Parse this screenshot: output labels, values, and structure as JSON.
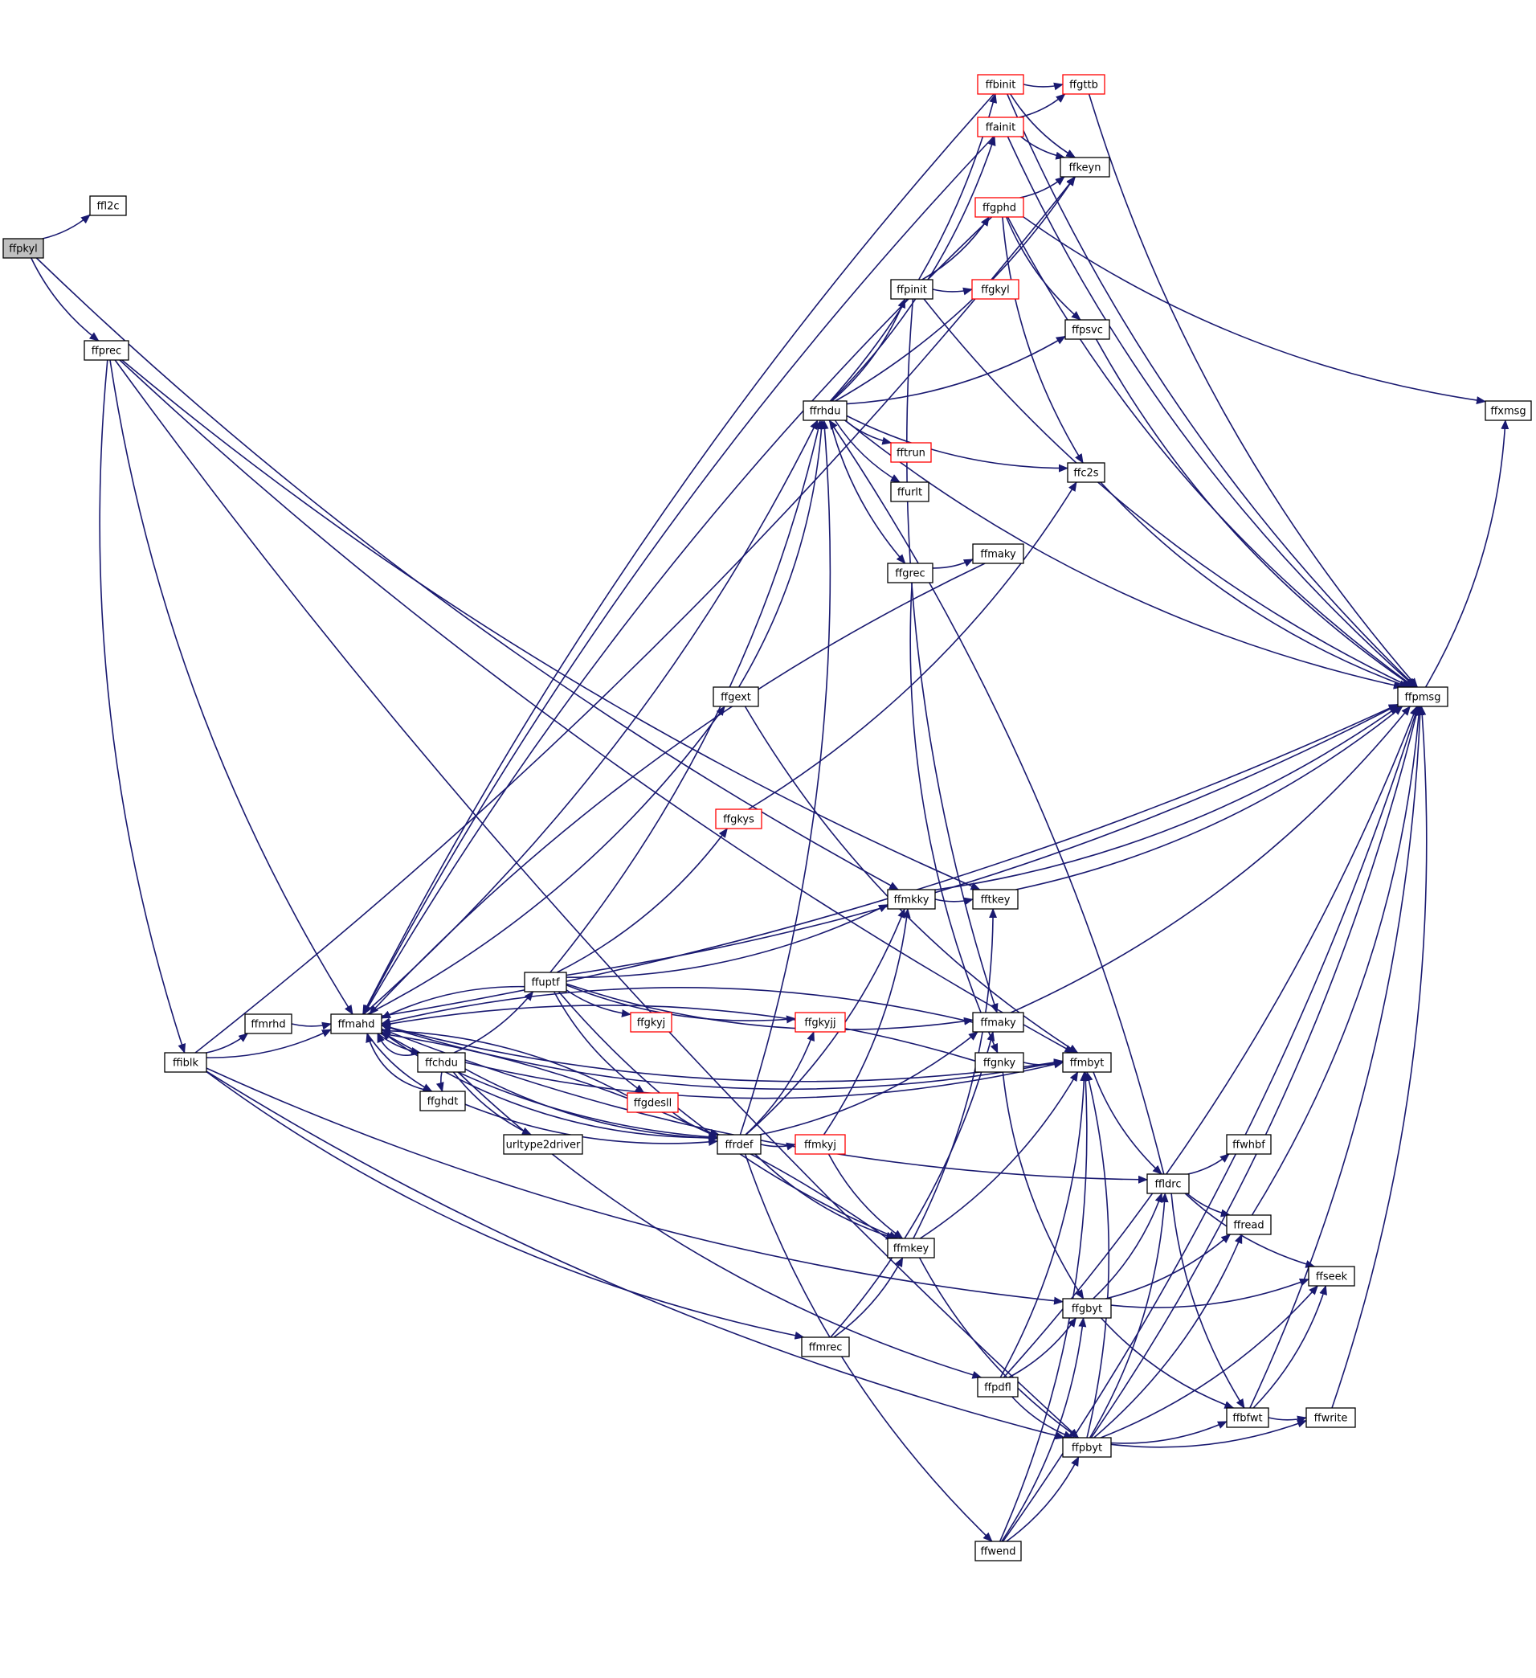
{
  "diagram": {
    "colors": {
      "edge": "#191970",
      "node_border": "#000000",
      "node_border_truncated": "#ff0000",
      "node_fill": "#ffffff",
      "root_fill": "#bfbfbf"
    },
    "root": "ffpkyl",
    "nodes": [
      {
        "id": "ffpkyl",
        "label": "ffpkyl",
        "style": "root"
      },
      {
        "id": "ffl2c",
        "label": "ffl2c",
        "style": "normal"
      },
      {
        "id": "ffprec",
        "label": "ffprec",
        "style": "normal"
      },
      {
        "id": "ffiblk",
        "label": "ffiblk",
        "style": "normal"
      },
      {
        "id": "ffmrhd",
        "label": "ffmrhd",
        "style": "normal"
      },
      {
        "id": "ffmahd",
        "label": "ffmahd",
        "style": "normal"
      },
      {
        "id": "ffchdu",
        "label": "ffchdu",
        "style": "normal"
      },
      {
        "id": "ffghdt",
        "label": "ffghdt",
        "style": "normal"
      },
      {
        "id": "ffuptf",
        "label": "ffuptf",
        "style": "normal"
      },
      {
        "id": "urltype2driver",
        "label": "urltype2driver",
        "style": "normal"
      },
      {
        "id": "ffbinit",
        "label": "ffbinit",
        "style": "truncated"
      },
      {
        "id": "ffainit",
        "label": "ffainit",
        "style": "truncated"
      },
      {
        "id": "ffgphd",
        "label": "ffgphd",
        "style": "truncated"
      },
      {
        "id": "ffgttb",
        "label": "ffgttb",
        "style": "truncated"
      },
      {
        "id": "ffkeyn",
        "label": "ffkeyn",
        "style": "normal"
      },
      {
        "id": "ffpinit",
        "label": "ffpinit",
        "style": "normal"
      },
      {
        "id": "ffgkyl",
        "label": "ffgkyl",
        "style": "truncated"
      },
      {
        "id": "ffpsvc",
        "label": "ffpsvc",
        "style": "normal"
      },
      {
        "id": "ffrhdu",
        "label": "ffrhdu",
        "style": "normal"
      },
      {
        "id": "fftrun",
        "label": "fftrun",
        "style": "truncated"
      },
      {
        "id": "ffurlt",
        "label": "ffurlt",
        "style": "normal"
      },
      {
        "id": "ffc2s",
        "label": "ffc2s",
        "style": "normal"
      },
      {
        "id": "ffgrec",
        "label": "ffgrec",
        "style": "normal"
      },
      {
        "id": "ffmaky_top",
        "label": "ffmaky",
        "style": "normal"
      },
      {
        "id": "ffgext",
        "label": "ffgext",
        "style": "normal"
      },
      {
        "id": "ffgkys",
        "label": "ffgkys",
        "style": "truncated"
      },
      {
        "id": "ffpmsg",
        "label": "ffpmsg",
        "style": "normal"
      },
      {
        "id": "ffxmsg",
        "label": "ffxmsg",
        "style": "normal"
      },
      {
        "id": "ffmkky",
        "label": "ffmkky",
        "style": "normal"
      },
      {
        "id": "fftkey",
        "label": "fftkey",
        "style": "normal"
      },
      {
        "id": "ffgkyj",
        "label": "ffgkyj",
        "style": "truncated"
      },
      {
        "id": "ffgkyjj",
        "label": "ffgkyjj",
        "style": "truncated"
      },
      {
        "id": "ffgdesll",
        "label": "ffgdesll",
        "style": "truncated"
      },
      {
        "id": "ffrdef",
        "label": "ffrdef",
        "style": "normal"
      },
      {
        "id": "ffmkyj",
        "label": "ffmkyj",
        "style": "truncated"
      },
      {
        "id": "ffmaky",
        "label": "ffmaky",
        "style": "normal"
      },
      {
        "id": "ffgnky",
        "label": "ffgnky",
        "style": "normal"
      },
      {
        "id": "ffmbyt",
        "label": "ffmbyt",
        "style": "normal"
      },
      {
        "id": "ffmkey",
        "label": "ffmkey",
        "style": "normal"
      },
      {
        "id": "ffmrec",
        "label": "ffmrec",
        "style": "normal"
      },
      {
        "id": "ffldrc",
        "label": "ffldrc",
        "style": "normal"
      },
      {
        "id": "ffwhbf",
        "label": "ffwhbf",
        "style": "normal"
      },
      {
        "id": "ffread",
        "label": "ffread",
        "style": "normal"
      },
      {
        "id": "ffseek",
        "label": "ffseek",
        "style": "normal"
      },
      {
        "id": "ffgbyt",
        "label": "ffgbyt",
        "style": "normal"
      },
      {
        "id": "ffpdfl",
        "label": "ffpdfl",
        "style": "normal"
      },
      {
        "id": "ffpbyt",
        "label": "ffpbyt",
        "style": "normal"
      },
      {
        "id": "ffbfwt",
        "label": "ffbfwt",
        "style": "normal"
      },
      {
        "id": "ffwrite",
        "label": "ffwrite",
        "style": "normal"
      },
      {
        "id": "ffwend",
        "label": "ffwend",
        "style": "normal"
      }
    ],
    "edges": [
      [
        "ffpkyl",
        "ffl2c"
      ],
      [
        "ffpkyl",
        "ffprec"
      ],
      [
        "ffpkyl",
        "ffmkky"
      ],
      [
        "ffprec",
        "ffmahd"
      ],
      [
        "ffprec",
        "ffiblk"
      ],
      [
        "ffprec",
        "ffmbyt"
      ],
      [
        "ffprec",
        "fftkey"
      ],
      [
        "ffprec",
        "ffpbyt"
      ],
      [
        "ffiblk",
        "ffmrhd"
      ],
      [
        "ffiblk",
        "ffmahd"
      ],
      [
        "ffiblk",
        "ffkeyn"
      ],
      [
        "ffiblk",
        "ffmrec"
      ],
      [
        "ffiblk",
        "ffgbyt"
      ],
      [
        "ffiblk",
        "ffpbyt"
      ],
      [
        "ffmrhd",
        "ffmahd"
      ],
      [
        "ffmahd",
        "ffrhdu"
      ],
      [
        "ffmahd",
        "ffgext"
      ],
      [
        "ffmahd",
        "ffchdu"
      ],
      [
        "ffmahd",
        "ffghdt"
      ],
      [
        "ffmahd",
        "ffpmsg"
      ],
      [
        "ffmahd",
        "ffrdef"
      ],
      [
        "ffmahd",
        "ffldrc"
      ],
      [
        "ffmahd",
        "ffmbyt"
      ],
      [
        "ffchdu",
        "ffmahd"
      ],
      [
        "ffchdu",
        "ffghdt"
      ],
      [
        "ffchdu",
        "ffuptf"
      ],
      [
        "ffchdu",
        "urltype2driver"
      ],
      [
        "ffchdu",
        "ffrdef"
      ],
      [
        "ffchdu",
        "ffpdfl"
      ],
      [
        "ffchdu",
        "ffmbyt"
      ],
      [
        "ffghdt",
        "ffmahd"
      ],
      [
        "ffghdt",
        "ffrdef"
      ],
      [
        "ffuptf",
        "ffmahd"
      ],
      [
        "ffuptf",
        "ffrhdu"
      ],
      [
        "ffuptf",
        "ffgkys"
      ],
      [
        "ffuptf",
        "ffmkky"
      ],
      [
        "ffuptf",
        "ffpmsg"
      ],
      [
        "ffuptf",
        "ffmaky"
      ],
      [
        "ffuptf",
        "ffgkyj"
      ],
      [
        "ffuptf",
        "ffgkyjj"
      ],
      [
        "ffuptf",
        "ffgdesll"
      ],
      [
        "ffuptf",
        "ffmkey"
      ],
      [
        "ffgdesll",
        "ffmahd"
      ],
      [
        "ffgdesll",
        "ffrdef"
      ],
      [
        "ffgkys",
        "ffc2s"
      ],
      [
        "ffrhdu",
        "ffbinit"
      ],
      [
        "ffrhdu",
        "ffainit"
      ],
      [
        "ffrhdu",
        "ffkeyn"
      ],
      [
        "ffrhdu",
        "ffpinit"
      ],
      [
        "ffrhdu",
        "ffpsvc"
      ],
      [
        "ffrhdu",
        "ffpmsg"
      ],
      [
        "ffrhdu",
        "ffc2s"
      ],
      [
        "ffrhdu",
        "fftrun"
      ],
      [
        "ffrhdu",
        "ffurlt"
      ],
      [
        "ffrhdu",
        "ffgrec"
      ],
      [
        "ffbinit",
        "ffmahd"
      ],
      [
        "ffbinit",
        "ffgttb"
      ],
      [
        "ffbinit",
        "ffkeyn"
      ],
      [
        "ffbinit",
        "ffpmsg"
      ],
      [
        "ffainit",
        "ffmahd"
      ],
      [
        "ffainit",
        "ffgttb"
      ],
      [
        "ffainit",
        "ffkeyn"
      ],
      [
        "ffainit",
        "ffpmsg"
      ],
      [
        "ffgttb",
        "ffpmsg"
      ],
      [
        "ffgphd",
        "ffmahd"
      ],
      [
        "ffgphd",
        "ffkeyn"
      ],
      [
        "ffgphd",
        "ffxmsg"
      ],
      [
        "ffgphd",
        "ffpmsg"
      ],
      [
        "ffgphd",
        "ffpsvc"
      ],
      [
        "ffgphd",
        "ffc2s"
      ],
      [
        "ffpinit",
        "ffgphd"
      ],
      [
        "ffpinit",
        "ffgkyl"
      ],
      [
        "ffpinit",
        "ffpmsg"
      ],
      [
        "ffpinit",
        "ffmaky"
      ],
      [
        "ffpsvc",
        "ffpmsg"
      ],
      [
        "ffc2s",
        "ffpmsg"
      ],
      [
        "ffgrec",
        "ffmaky_top"
      ],
      [
        "ffgrec",
        "ffgnky"
      ],
      [
        "ffmaky_top",
        "ffmahd"
      ],
      [
        "ffgext",
        "ffrhdu"
      ],
      [
        "ffgext",
        "ffmbyt"
      ],
      [
        "ffpmsg",
        "ffxmsg"
      ],
      [
        "ffmkky",
        "fftkey"
      ],
      [
        "ffmkky",
        "ffpmsg"
      ],
      [
        "fftkey",
        "ffpmsg"
      ],
      [
        "ffrdef",
        "ffrhdu"
      ],
      [
        "ffrdef",
        "ffgkyjj"
      ],
      [
        "ffrdef",
        "ffmkky"
      ],
      [
        "ffrdef",
        "ffmkyj"
      ],
      [
        "ffrdef",
        "ffmaky"
      ],
      [
        "ffrdef",
        "ffmkey"
      ],
      [
        "ffrdef",
        "ffwend"
      ],
      [
        "ffrdef",
        "ffmahd"
      ],
      [
        "ffmkyj",
        "ffmkky"
      ],
      [
        "ffmkyj",
        "ffmkey"
      ],
      [
        "ffmaky",
        "ffmahd"
      ],
      [
        "ffmaky",
        "ffpmsg"
      ],
      [
        "ffgnky",
        "ffmbyt"
      ],
      [
        "ffgnky",
        "ffgbyt"
      ],
      [
        "ffgnky",
        "ffmahd"
      ],
      [
        "ffmbyt",
        "ffldrc"
      ],
      [
        "ffmbyt",
        "ffmahd"
      ],
      [
        "ffmkey",
        "ffmbyt"
      ],
      [
        "ffmkey",
        "fftkey"
      ],
      [
        "ffmkey",
        "ffpbyt"
      ],
      [
        "ffmkey",
        "ffmahd"
      ],
      [
        "ffmrec",
        "ffmkey"
      ],
      [
        "ffmrec",
        "ffmaky"
      ],
      [
        "ffldrc",
        "ffwhbf"
      ],
      [
        "ffldrc",
        "ffread"
      ],
      [
        "ffldrc",
        "ffseek"
      ],
      [
        "ffldrc",
        "ffbfwt"
      ],
      [
        "ffldrc",
        "ffrhdu"
      ],
      [
        "ffread",
        "ffpmsg"
      ],
      [
        "ffgbyt",
        "ffldrc"
      ],
      [
        "ffgbyt",
        "ffread"
      ],
      [
        "ffgbyt",
        "ffseek"
      ],
      [
        "ffgbyt",
        "ffbfwt"
      ],
      [
        "ffpdfl",
        "ffmbyt"
      ],
      [
        "ffpdfl",
        "ffgbyt"
      ],
      [
        "ffpdfl",
        "ffpbyt"
      ],
      [
        "ffpdfl",
        "ffpmsg"
      ],
      [
        "ffpbyt",
        "ffldrc"
      ],
      [
        "ffpbyt",
        "ffread"
      ],
      [
        "ffpbyt",
        "ffbfwt"
      ],
      [
        "ffpbyt",
        "ffseek"
      ],
      [
        "ffpbyt",
        "ffwrite"
      ],
      [
        "ffpbyt",
        "ffpmsg"
      ],
      [
        "ffpbyt",
        "ffmbyt"
      ],
      [
        "ffbfwt",
        "ffseek"
      ],
      [
        "ffbfwt",
        "ffwrite"
      ],
      [
        "ffbfwt",
        "ffpmsg"
      ],
      [
        "ffwrite",
        "ffpmsg"
      ],
      [
        "ffwend",
        "ffmbyt"
      ],
      [
        "ffwend",
        "ffpbyt"
      ],
      [
        "ffwend",
        "ffpmsg"
      ],
      [
        "ffwend",
        "ffgbyt"
      ]
    ]
  }
}
